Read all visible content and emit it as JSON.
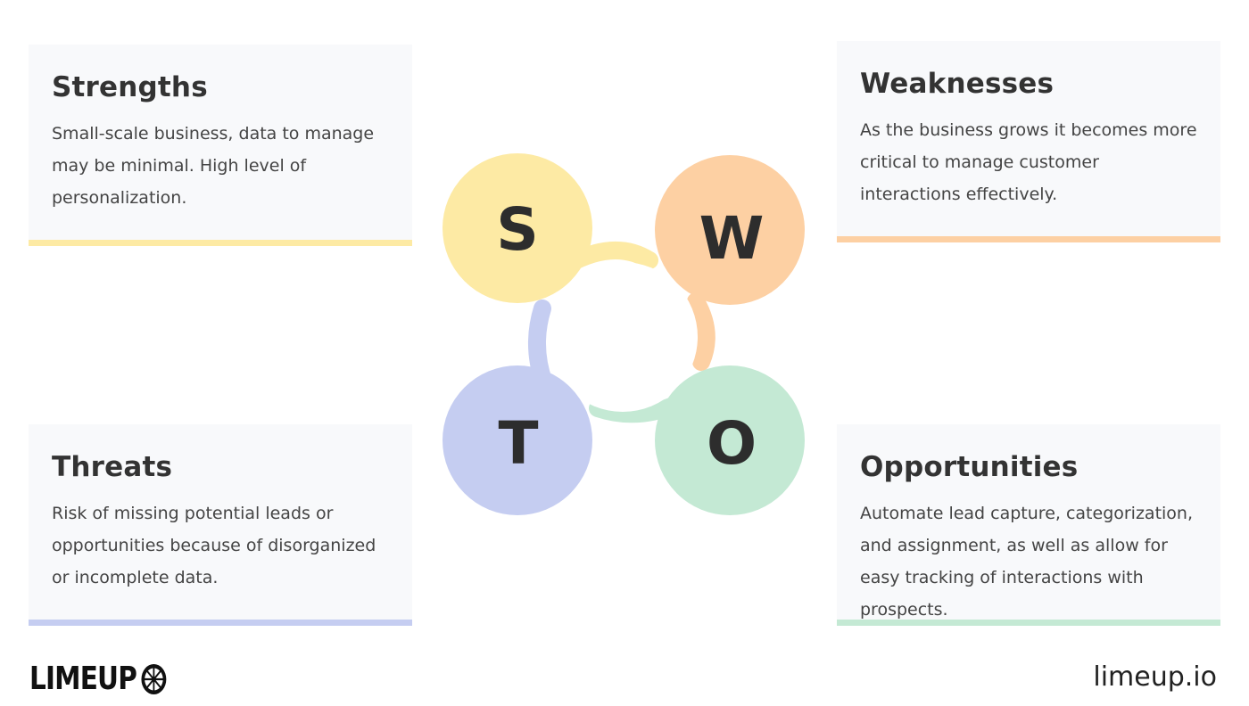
{
  "colors": {
    "strengths": "#fdeaa4",
    "weaknesses": "#fdd0a3",
    "threats": "#c5cdf1",
    "opportunities": "#c4e9d4",
    "card_bg": "#f8f9fb"
  },
  "swot": {
    "strengths": {
      "letter": "S",
      "title": "Strengths",
      "text": "Small-scale business, data to manage may be minimal. High level of personalization."
    },
    "weaknesses": {
      "letter": "W",
      "title": "Weaknesses",
      "text": "As the business grows it becomes more critical to manage customer interactions effectively."
    },
    "threats": {
      "letter": "T",
      "title": "Threats",
      "text": "Risk of missing potential leads or opportunities because of disorganized or incomplete data."
    },
    "opportunities": {
      "letter": "O",
      "title": "Opportunities",
      "text": "Automate lead capture, categorization, and assignment, as well as allow for easy tracking of interactions with prospects."
    }
  },
  "footer": {
    "logo_text": "LIMEUP",
    "logo_icon": "lime-slice-icon",
    "site": "limeup.io"
  }
}
